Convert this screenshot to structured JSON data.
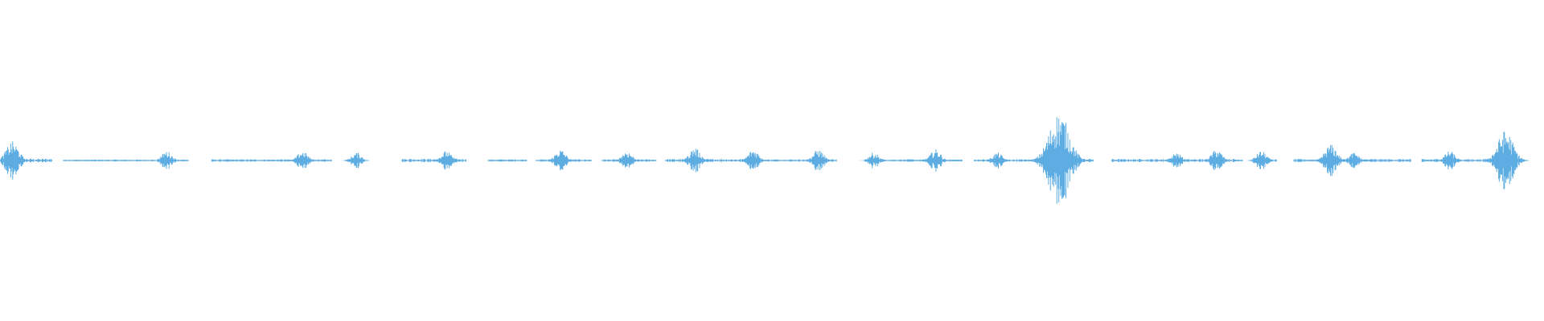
{
  "waveform": {
    "color": "#5dade2",
    "background": "#ffffff",
    "segments": [
      {
        "start": 0.006,
        "end": 0.034,
        "peak": 0.12,
        "level": 0.012
      },
      {
        "start": 0.041,
        "end": 0.101,
        "peak": 0.02,
        "level": 0.006
      },
      {
        "start": 0.104,
        "end": 0.122,
        "peak": 0.07,
        "level": 0.008
      },
      {
        "start": 0.137,
        "end": 0.215,
        "peak": 0.06,
        "level": 0.008
      },
      {
        "start": 0.224,
        "end": 0.232,
        "peak": 0.05,
        "level": 0.006
      },
      {
        "start": 0.26,
        "end": 0.302,
        "peak": 0.08,
        "level": 0.012
      },
      {
        "start": 0.316,
        "end": 0.341,
        "peak": 0.06,
        "level": 0.008
      },
      {
        "start": 0.347,
        "end": 0.383,
        "peak": 0.07,
        "level": 0.008
      },
      {
        "start": 0.39,
        "end": 0.425,
        "peak": 0.08,
        "level": 0.008
      },
      {
        "start": 0.431,
        "end": 0.485,
        "peak": 0.08,
        "level": 0.01
      },
      {
        "start": 0.488,
        "end": 0.542,
        "peak": 0.07,
        "level": 0.008
      },
      {
        "start": 0.561,
        "end": 0.623,
        "peak": 0.07,
        "level": 0.008
      },
      {
        "start": 0.631,
        "end": 0.681,
        "peak": 0.06,
        "level": 0.008
      },
      {
        "start": 0.684,
        "end": 0.708,
        "peak": 0.3,
        "level": 0.012
      },
      {
        "start": 0.72,
        "end": 0.805,
        "peak": 0.06,
        "level": 0.01
      },
      {
        "start": 0.813,
        "end": 0.827,
        "peak": 0.06,
        "level": 0.008
      },
      {
        "start": 0.838,
        "end": 0.914,
        "peak": 0.1,
        "level": 0.01
      },
      {
        "start": 0.921,
        "end": 0.984,
        "peak": 0.19,
        "level": 0.01
      }
    ],
    "spikes": [
      {
        "x": 0.008,
        "amp": 0.12
      },
      {
        "x": 0.108,
        "amp": 0.06
      },
      {
        "x": 0.196,
        "amp": 0.06
      },
      {
        "x": 0.231,
        "amp": 0.05
      },
      {
        "x": 0.289,
        "amp": 0.06
      },
      {
        "x": 0.363,
        "amp": 0.07
      },
      {
        "x": 0.406,
        "amp": 0.06
      },
      {
        "x": 0.45,
        "amp": 0.08
      },
      {
        "x": 0.488,
        "amp": 0.07
      },
      {
        "x": 0.53,
        "amp": 0.07
      },
      {
        "x": 0.566,
        "amp": 0.05
      },
      {
        "x": 0.606,
        "amp": 0.07
      },
      {
        "x": 0.646,
        "amp": 0.05
      },
      {
        "x": 0.686,
        "amp": 0.3
      },
      {
        "x": 0.762,
        "amp": 0.05
      },
      {
        "x": 0.788,
        "amp": 0.07
      },
      {
        "x": 0.817,
        "amp": 0.06
      },
      {
        "x": 0.862,
        "amp": 0.1
      },
      {
        "x": 0.877,
        "amp": 0.05
      },
      {
        "x": 0.939,
        "amp": 0.06
      },
      {
        "x": 0.975,
        "amp": 0.19
      }
    ]
  }
}
